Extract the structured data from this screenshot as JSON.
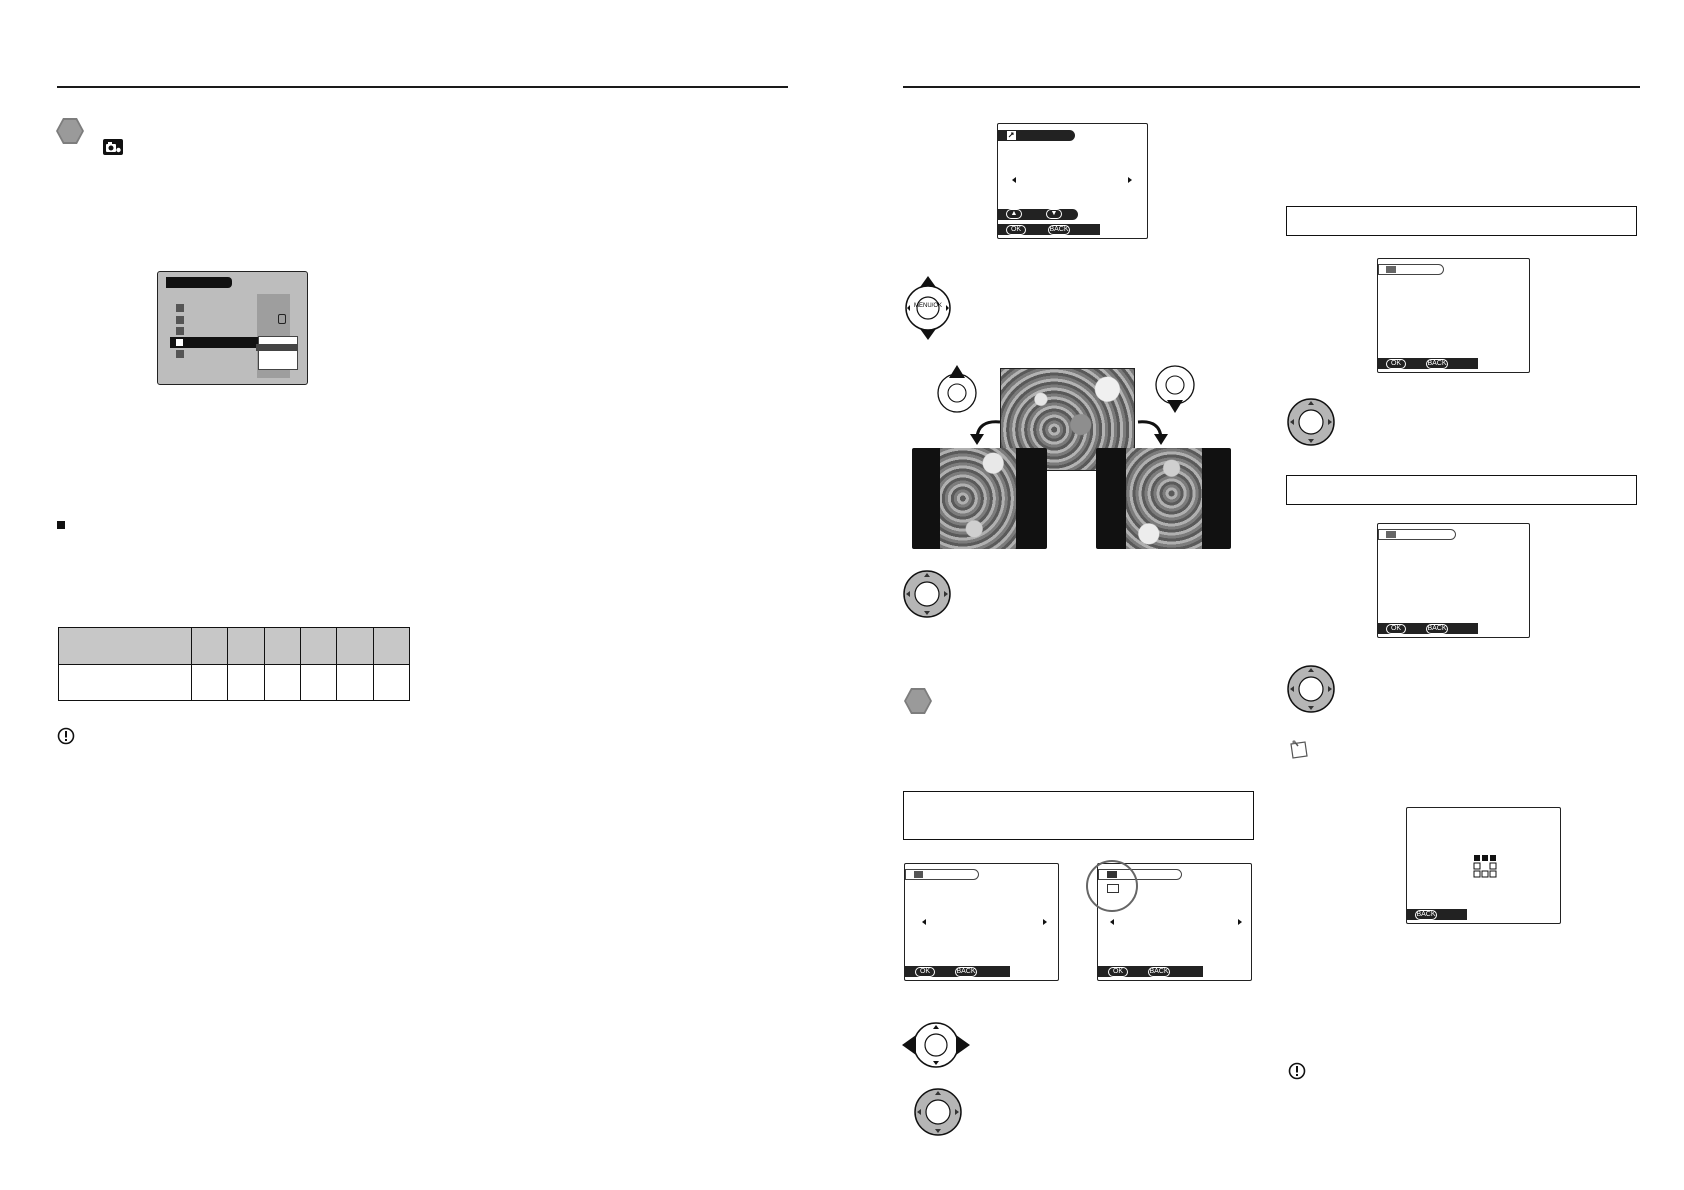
{
  "left_page": {
    "hex_icon": "hexagon-bullet-icon",
    "mode_icon": "setup-camera-icon",
    "menu_screen": {
      "selected_icon": "camera-icon"
    },
    "section_icon": "square-bullet-icon",
    "note_icon": "caution-icon"
  },
  "right_page": {
    "rotate_screen": {
      "up_button": "▲",
      "down_button": "▼",
      "ok_label": "OK",
      "back_label": "BACK"
    },
    "dpad_label": "MENU/OK",
    "protect_screens": {
      "ok_label": "OK",
      "back_label": "BACK"
    },
    "frame_screen": {
      "back_label": "BACK"
    },
    "icons": {
      "rotate": "rotate-icon",
      "protect": "key-icon",
      "memo": "memo-icon",
      "caution": "caution-icon",
      "frames": "multi-frame-icon"
    }
  },
  "colors": {
    "rule": "#1a1a1a",
    "screen_dark": "#222222",
    "hex_grey": "#9a9a9a",
    "table_header": "#c7c7c7",
    "menu_bg": "#bdbdbd"
  }
}
